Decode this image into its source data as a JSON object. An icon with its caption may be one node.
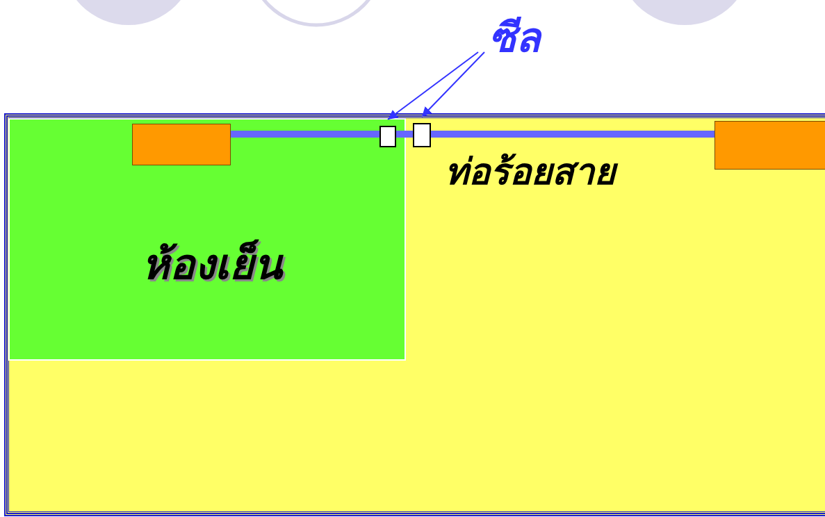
{
  "diagram": {
    "nodes": [
      {
        "text": [],
        "shape": "box"
      },
      {
        "text": [
          "ห้องเย็น"
        ],
        "in": 0
      },
      {
        "text": [],
        "shape": "box",
        "in": 1
      },
      {
        "text": [],
        "shape": "box",
        "in": 0
      },
      {
        "text": [],
        "shape": "box",
        "in": 1
      },
      {
        "text": [],
        "shape": "box",
        "in": 0
      },
      {
        "text": [
          "ซีล"
        ]
      }
    ],
    "edges": [
      {
        "from": 6,
        "to": 4,
        "arrow": "to",
        "color": "#3333ff"
      },
      {
        "from": 6,
        "to": 5,
        "arrow": "to",
        "color": "#3333ff"
      },
      {
        "from": 2,
        "to": 4,
        "arrow": "none",
        "color": "#6666ff"
      },
      {
        "from": 4,
        "to": 5,
        "arrow": "none",
        "color": "#6666ff"
      },
      {
        "from": 5,
        "to": 3,
        "arrow": "none",
        "color": "#6666ff"
      }
    ],
    "labels": [
      "ท่อร้อยสาย"
    ]
  }
}
